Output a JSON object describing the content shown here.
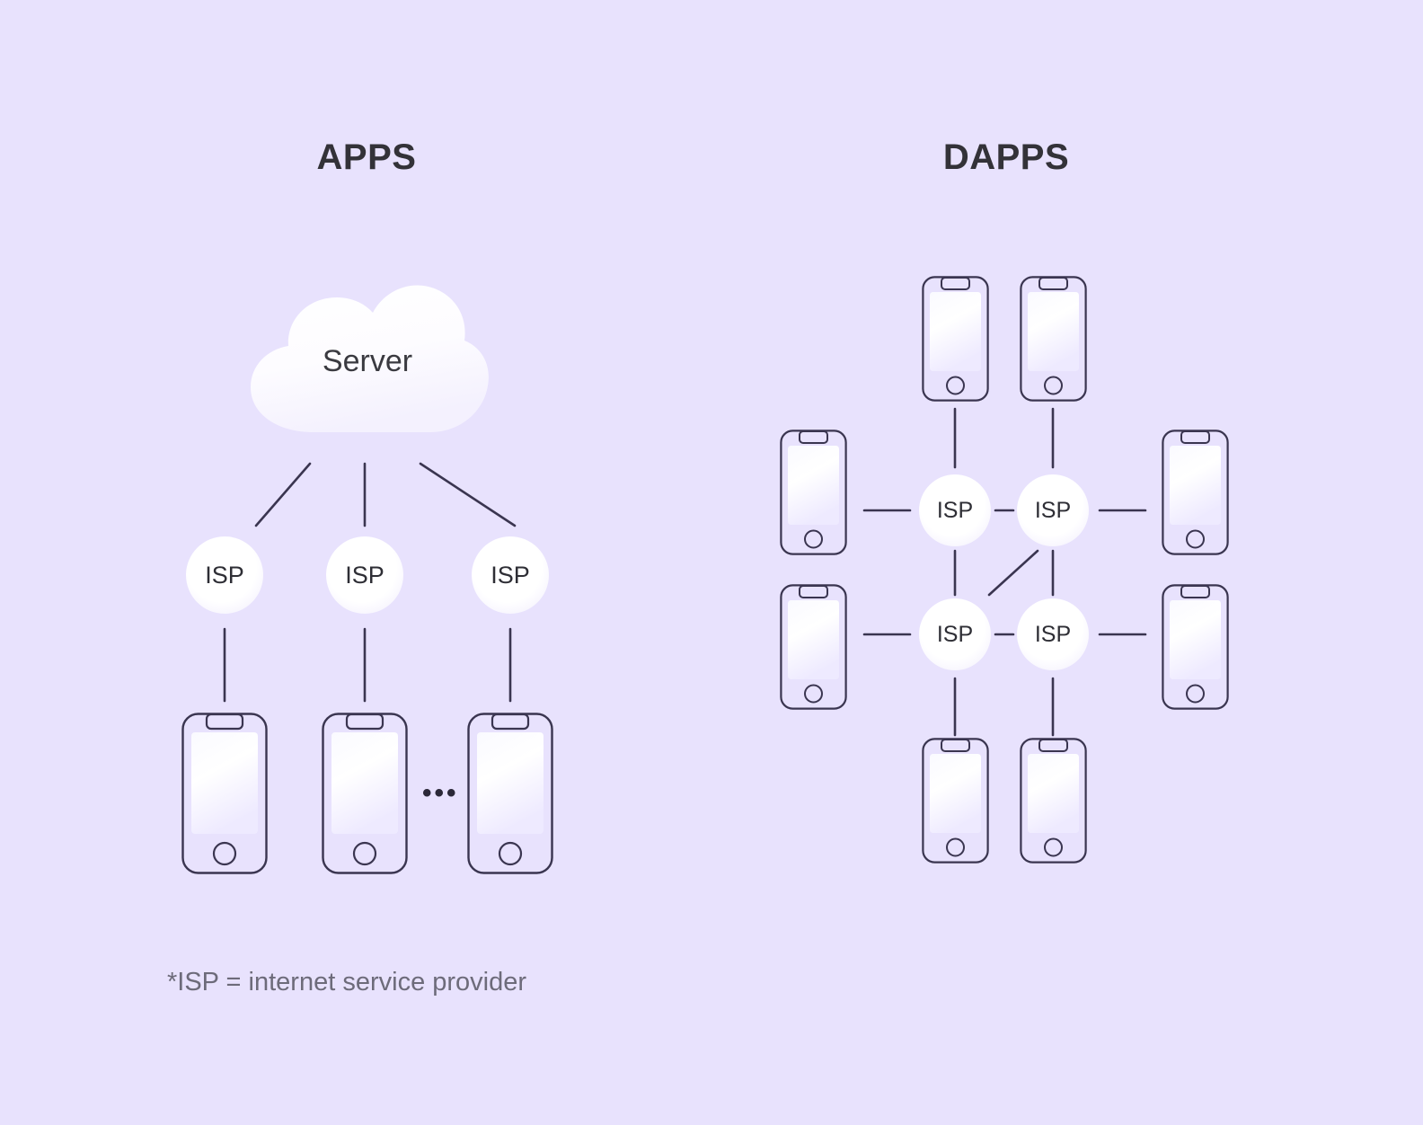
{
  "page": {
    "background_color": "#e8e2fd",
    "ink_color": "#3a3550",
    "text_color": "#333238",
    "muted_text_color": "#6d6b7a"
  },
  "left_panel": {
    "title": "APPS",
    "server": {
      "label": "Server",
      "icon": "cloud-icon"
    },
    "isp_nodes": [
      {
        "label": "ISP"
      },
      {
        "label": "ISP"
      },
      {
        "label": "ISP"
      }
    ],
    "devices": [
      {
        "icon": "smartphone-icon"
      },
      {
        "icon": "smartphone-icon"
      },
      {
        "icon": "smartphone-icon"
      }
    ],
    "ellipsis": "•••"
  },
  "right_panel": {
    "title": "DAPPS",
    "isp_nodes": [
      {
        "label": "ISP"
      },
      {
        "label": "ISP"
      },
      {
        "label": "ISP"
      },
      {
        "label": "ISP"
      }
    ],
    "devices": [
      {
        "icon": "smartphone-icon"
      },
      {
        "icon": "smartphone-icon"
      },
      {
        "icon": "smartphone-icon"
      },
      {
        "icon": "smartphone-icon"
      },
      {
        "icon": "smartphone-icon"
      },
      {
        "icon": "smartphone-icon"
      },
      {
        "icon": "smartphone-icon"
      },
      {
        "icon": "smartphone-icon"
      }
    ]
  },
  "footnote": {
    "text": "*ISP = internet service provider"
  }
}
